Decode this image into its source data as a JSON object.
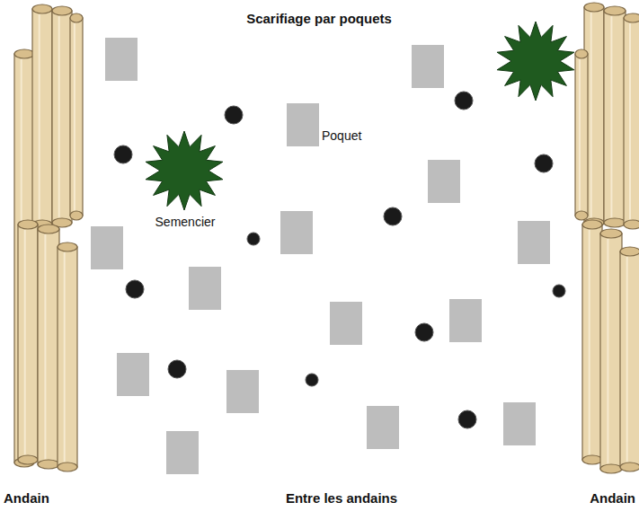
{
  "diagram": {
    "title": "Scarifiage par poquets",
    "labels": [
      "Poquet",
      "Semencier",
      "Andain",
      "Entre les andains",
      "Andain"
    ]
  }
}
